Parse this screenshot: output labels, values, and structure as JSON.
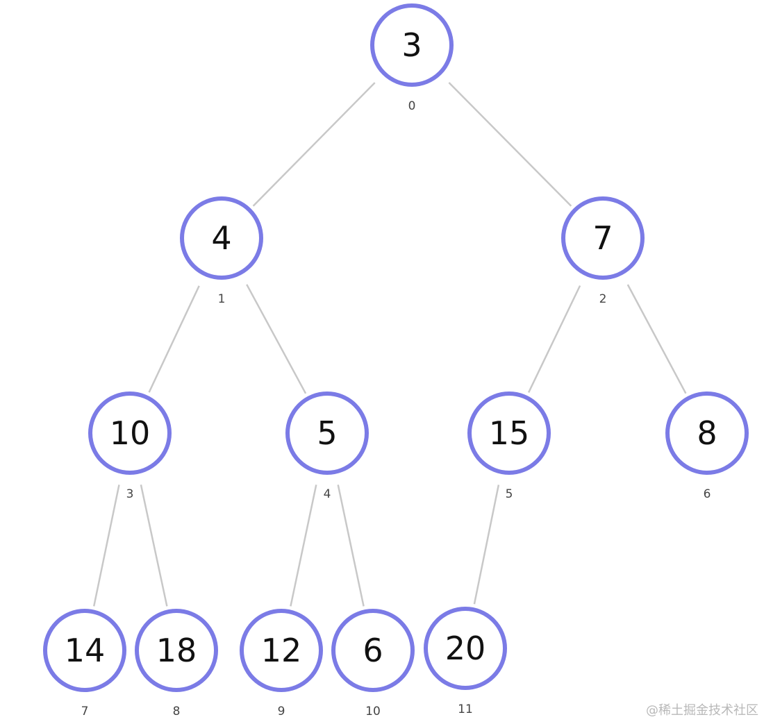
{
  "tree": {
    "nodes": [
      {
        "index": "0",
        "value": "3"
      },
      {
        "index": "1",
        "value": "4"
      },
      {
        "index": "2",
        "value": "7"
      },
      {
        "index": "3",
        "value": "10"
      },
      {
        "index": "4",
        "value": "5"
      },
      {
        "index": "5",
        "value": "15"
      },
      {
        "index": "6",
        "value": "8"
      },
      {
        "index": "7",
        "value": "14"
      },
      {
        "index": "8",
        "value": "18"
      },
      {
        "index": "9",
        "value": "12"
      },
      {
        "index": "10",
        "value": "6"
      },
      {
        "index": "11",
        "value": "20"
      }
    ],
    "edges": [
      {
        "from": "0",
        "to": "1"
      },
      {
        "from": "0",
        "to": "2"
      },
      {
        "from": "1",
        "to": "3"
      },
      {
        "from": "1",
        "to": "4"
      },
      {
        "from": "2",
        "to": "5"
      },
      {
        "from": "2",
        "to": "6"
      },
      {
        "from": "3",
        "to": "7"
      },
      {
        "from": "3",
        "to": "8"
      },
      {
        "from": "4",
        "to": "9"
      },
      {
        "from": "4",
        "to": "10"
      },
      {
        "from": "5",
        "to": "11"
      }
    ]
  },
  "colors": {
    "node_stroke": "#7b7be6",
    "edge": "#c8c8c8",
    "text": "#111111"
  },
  "watermark": "@稀土掘金技术社区"
}
